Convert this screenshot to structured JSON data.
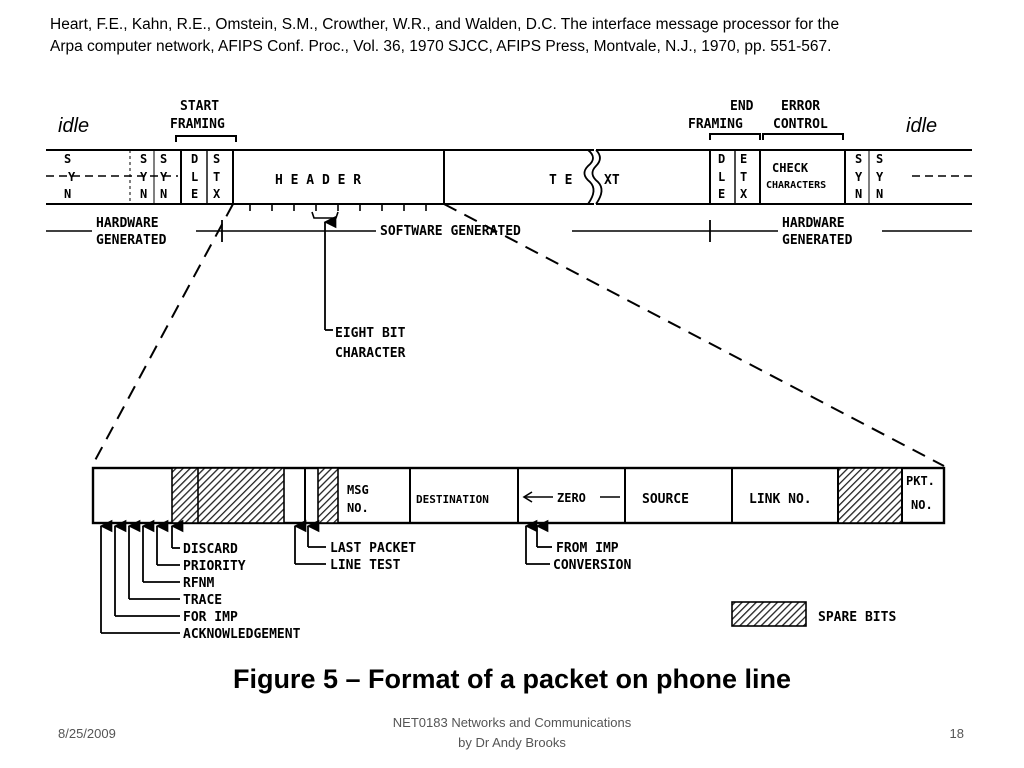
{
  "citation": {
    "line1": "Heart, F.E., Kahn, R.E., Omstein,  S.M., Crowther, W.R., and Walden, D.C. The interface message processor  for the",
    "line2": "Arpa computer network,  AFIPS Conf. Proc., Vol. 36, 1970 SJCC,  AFIPS Press, Montvale,  N.J., 1970, pp. 551-567."
  },
  "top": {
    "idle_left": "idle",
    "idle_right": "idle",
    "start_framing_1": "START",
    "start_framing_2": "FRAMING",
    "end_framing_1": "END",
    "end_framing_2": "FRAMING",
    "error_control_1": "ERROR",
    "error_control_2": "CONTROL",
    "syn_left_1": [
      "S",
      "Y",
      "N"
    ],
    "syn_left_2": [
      "S",
      "Y",
      "N"
    ],
    "syn_left_3": [
      "S",
      "Y",
      "N"
    ],
    "dle": [
      "D",
      "L",
      "E"
    ],
    "stx": [
      "S",
      "T",
      "X"
    ],
    "header": "H E A D E R",
    "text_1": "T E",
    "text_2": "XT",
    "etx": [
      "E",
      "T",
      "X"
    ],
    "check_1": "CHECK",
    "check_2": "CHARACTERS",
    "syn_right_1": [
      "S",
      "Y",
      "N"
    ],
    "syn_right_2": [
      "S",
      "Y",
      "N"
    ],
    "hw_gen_left_1": "HARDWARE",
    "hw_gen_left_2": "GENERATED",
    "software_generated": "SOFTWARE GENERATED",
    "hw_gen_right_1": "HARDWARE",
    "hw_gen_right_2": "GENERATED",
    "eight_bit_1": "EIGHT BIT",
    "eight_bit_2": "CHARACTER"
  },
  "bottom": {
    "msg_no_1": "MSG",
    "msg_no_2": "NO.",
    "destination": "DESTINATION",
    "zero": "ZERO",
    "source": "SOURCE",
    "link_no": "LINK NO.",
    "pkt_no_1": "PKT.",
    "pkt_no_2": "NO.",
    "flag_labels": [
      "DISCARD",
      "PRIORITY",
      "RFNM",
      "TRACE",
      "FOR IMP",
      "ACKNOWLEDGEMENT"
    ],
    "last_packet": "LAST PACKET",
    "line_test": "LINE TEST",
    "from_imp": "FROM IMP",
    "conversion": "CONVERSION",
    "spare_bits": "SPARE BITS"
  },
  "caption": "Figure 5 – Format of a packet on phone line",
  "footer": {
    "date": "8/25/2009",
    "course_line1": "NET0183 Networks and Communications",
    "course_line2": "by Dr Andy Brooks",
    "page": "18"
  }
}
